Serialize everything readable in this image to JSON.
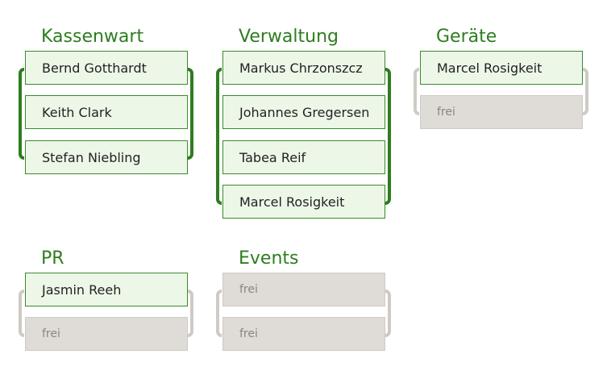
{
  "groups": [
    {
      "title": "Kassenwart",
      "slots": [
        {
          "label": "Bernd Gotthardt",
          "status": "taken"
        },
        {
          "label": "Keith Clark",
          "status": "taken"
        },
        {
          "label": "Stefan Niebling",
          "status": "taken"
        }
      ]
    },
    {
      "title": "Verwaltung",
      "slots": [
        {
          "label": "Markus Chrzonszcz",
          "status": "taken"
        },
        {
          "label": "Johannes Gregersen",
          "status": "taken"
        },
        {
          "label": "Tabea Reif",
          "status": "taken"
        },
        {
          "label": "Marcel Rosigkeit",
          "status": "taken"
        }
      ]
    },
    {
      "title": "Geräte",
      "slots": [
        {
          "label": "Marcel Rosigkeit",
          "status": "taken"
        },
        {
          "label": "frei",
          "status": "free"
        }
      ]
    },
    {
      "title": "PR",
      "slots": [
        {
          "label": "Jasmin Reeh",
          "status": "taken"
        },
        {
          "label": "frei",
          "status": "free"
        }
      ]
    },
    {
      "title": "Events",
      "slots": [
        {
          "label": "frei",
          "status": "free"
        },
        {
          "label": "frei",
          "status": "free"
        }
      ]
    }
  ],
  "colors": {
    "title": "#2e7d1f",
    "taken_fill": "#edf7e8",
    "taken_border": "#3a8a2e",
    "free_fill": "#dfdbd6",
    "free_text": "#8a857f",
    "bracket_filled": "#2e7d1f",
    "bracket_open": "#cfcac4"
  }
}
